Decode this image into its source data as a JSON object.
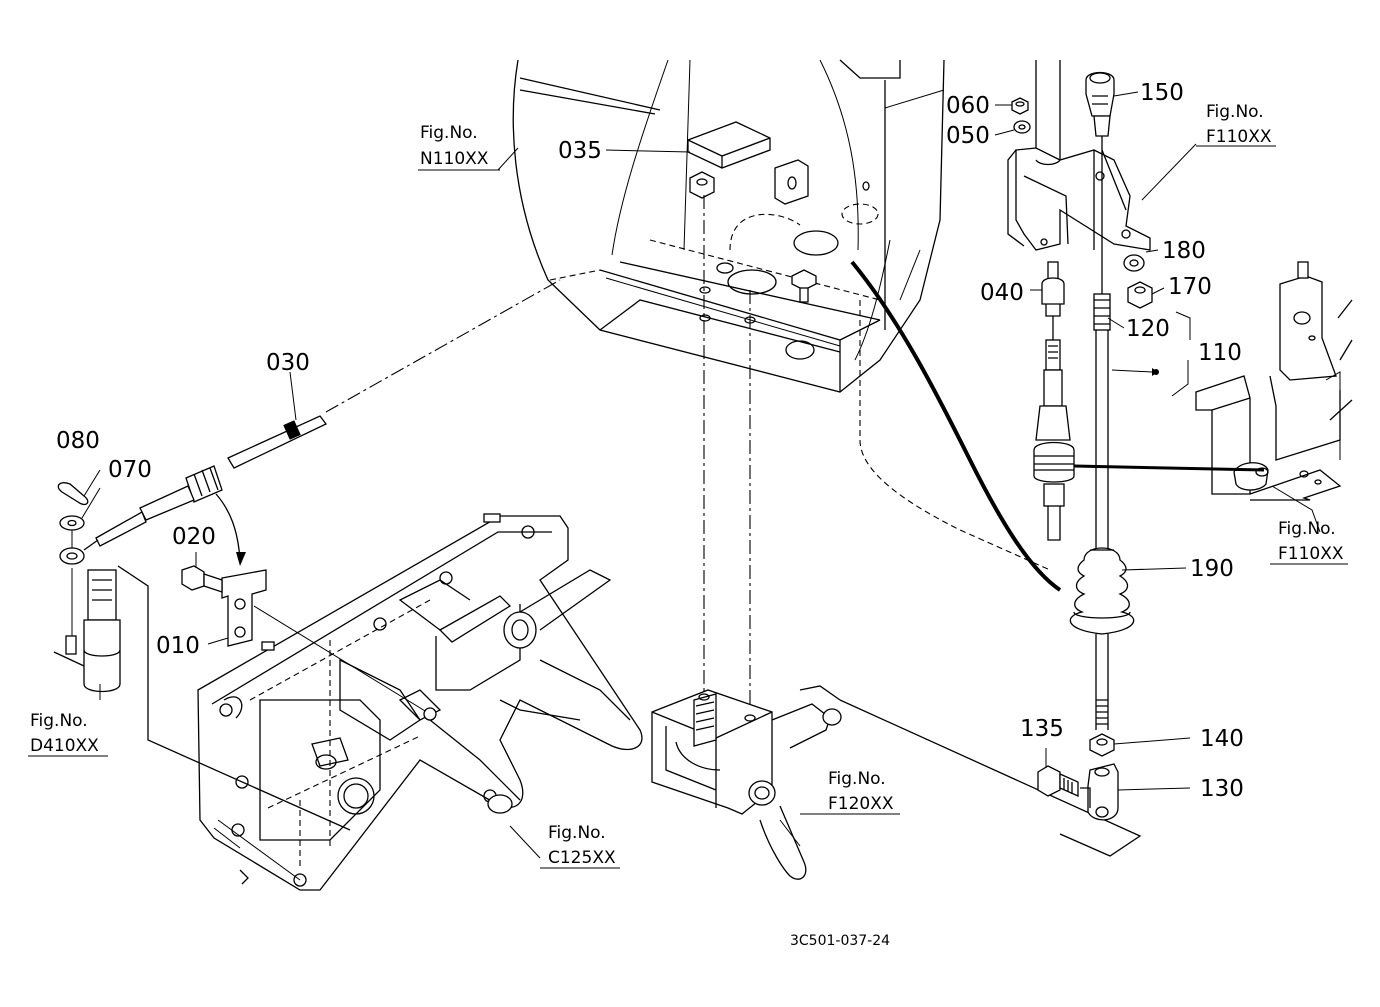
{
  "diagram": {
    "parts": [
      "010",
      "020",
      "030",
      "035",
      "040",
      "050",
      "060",
      "070",
      "080",
      "110",
      "120",
      "130",
      "135",
      "140",
      "150",
      "170",
      "180",
      "190"
    ],
    "figure_refs": [
      {
        "fig_label": "Fig.No.",
        "code": "N110XX"
      },
      {
        "fig_label": "Fig.No.",
        "code": "F110XX"
      },
      {
        "fig_label": "Fig.No.",
        "code": "F110XX"
      },
      {
        "fig_label": "Fig.No.",
        "code": "D410XX"
      },
      {
        "fig_label": "Fig.No.",
        "code": "C125XX"
      },
      {
        "fig_label": "Fig.No.",
        "code": "F120XX"
      }
    ],
    "drawing_code": "3C501-037-24"
  }
}
